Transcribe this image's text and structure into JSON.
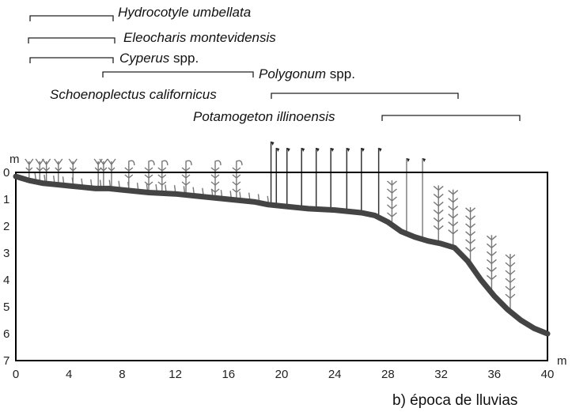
{
  "species": [
    {
      "name": "Hydrocotyle umbellata",
      "suffix": "",
      "range": [
        0.8,
        7.3
      ],
      "label_side": "right"
    },
    {
      "name": "Eleocharis montevidensis",
      "suffix": "",
      "range": [
        0.8,
        7.5
      ],
      "label_side": "right"
    },
    {
      "name": "Cyperus",
      "suffix": " spp.",
      "range": [
        0.8,
        7.3
      ],
      "label_side": "right"
    },
    {
      "name": "Polygonum",
      "suffix": " spp.",
      "range": [
        6.6,
        18.1
      ],
      "label_side": "right"
    },
    {
      "name": "Schoenoplectus californicus",
      "suffix": "",
      "range": [
        19.5,
        33.3
      ],
      "label_side": "left"
    },
    {
      "name": "Potamogeton illinoensis",
      "suffix": "",
      "range": [
        27.6,
        38.0
      ],
      "label_side": "left"
    }
  ],
  "axes": {
    "y_unit": "m",
    "x_unit": "m",
    "y_ticks": [
      "0",
      "1",
      "2",
      "3",
      "4",
      "5",
      "6",
      "7"
    ],
    "x_ticks": [
      "0",
      "4",
      "8",
      "12",
      "16",
      "20",
      "24",
      "28",
      "32",
      "36",
      "40"
    ]
  },
  "caption": "b) época de lluvias",
  "profile_depths": [
    [
      0,
      0.15
    ],
    [
      1,
      0.3
    ],
    [
      2,
      0.4
    ],
    [
      3,
      0.45
    ],
    [
      4,
      0.5
    ],
    [
      5,
      0.55
    ],
    [
      6,
      0.6
    ],
    [
      7,
      0.6
    ],
    [
      8,
      0.65
    ],
    [
      10,
      0.75
    ],
    [
      12,
      0.8
    ],
    [
      14,
      0.9
    ],
    [
      16,
      1.0
    ],
    [
      18,
      1.1
    ],
    [
      19,
      1.2
    ],
    [
      20,
      1.25
    ],
    [
      22,
      1.35
    ],
    [
      24,
      1.4
    ],
    [
      26,
      1.5
    ],
    [
      27,
      1.6
    ],
    [
      28,
      1.85
    ],
    [
      29,
      2.2
    ],
    [
      30,
      2.4
    ],
    [
      31,
      2.55
    ],
    [
      32,
      2.65
    ],
    [
      33,
      2.8
    ],
    [
      34,
      3.3
    ],
    [
      35,
      4.0
    ],
    [
      36,
      4.6
    ],
    [
      37,
      5.1
    ],
    [
      38,
      5.5
    ],
    [
      39,
      5.8
    ],
    [
      40,
      6.0
    ]
  ]
}
